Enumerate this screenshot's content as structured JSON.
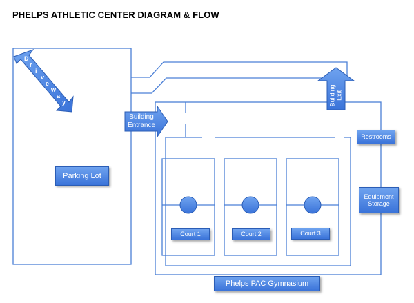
{
  "header": {
    "title": "PHELPS ATHLETIC CENTER DIAGRAM & FLOW"
  },
  "labels": {
    "driveway": [
      "D",
      "r",
      "i",
      "v",
      "e",
      "w",
      "a",
      "y"
    ],
    "parking_lot": "Parking Lot",
    "building_entrance_1": "Building",
    "building_entrance_2": "Entrance",
    "building_exit_1": "Building",
    "building_exit_2": "Exit",
    "restrooms": "Restrooms",
    "equipment_storage_1": "Equipment",
    "equipment_storage_2": "Storage",
    "court1": "Court 1",
    "court2": "Court 2",
    "court3": "Court 3",
    "gymnasium": "Phelps PAC Gymnasium"
  },
  "colors": {
    "line": "#4a7fd6",
    "box_top": "#6fa3ef",
    "box_bottom": "#3a73d9"
  }
}
